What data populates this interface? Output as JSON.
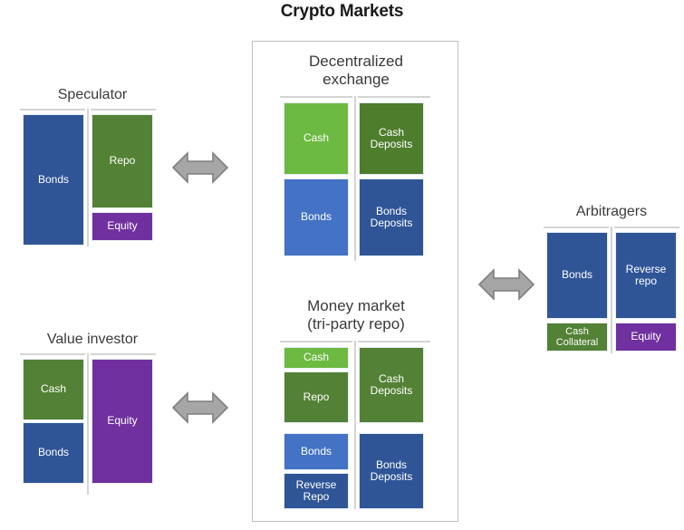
{
  "title": "Crypto Markets",
  "colors": {
    "blue_dark": "#2f5597",
    "blue_light": "#4472c4",
    "green_dark": "#4e7d2c",
    "green_mid": "#538135",
    "green_light": "#6cba41",
    "purple": "#7030a0",
    "arrow_gray": "#a6a6a6",
    "arrow_outline": "#7f7f7f",
    "panel_border": "#bfbfbf",
    "rule_gray": "#d4d4d4"
  },
  "entities": {
    "speculator": {
      "title": "Speculator",
      "assets": [
        {
          "label": "Bonds",
          "color": "blue_dark"
        }
      ],
      "liabilities": [
        {
          "label": "Repo",
          "color": "green_mid"
        },
        {
          "label": "Equity",
          "color": "purple"
        }
      ]
    },
    "value_investor": {
      "title": "Value investor",
      "assets": [
        {
          "label": "Cash",
          "color": "green_mid"
        },
        {
          "label": "Bonds",
          "color": "blue_dark"
        }
      ],
      "liabilities": [
        {
          "label": "Equity",
          "color": "purple"
        }
      ]
    },
    "dex": {
      "title_line1": "Decentralized",
      "title_line2": "exchange",
      "assets": [
        {
          "label": "Cash",
          "color": "green_light"
        },
        {
          "label": "Bonds",
          "color": "blue_light"
        }
      ],
      "liabilities": [
        {
          "label": "Cash Deposits",
          "color": "green_dark"
        },
        {
          "label": "Bonds Deposits",
          "color": "blue_dark"
        }
      ]
    },
    "money_market": {
      "title_line1": "Money market",
      "title_line2": "(tri-party repo)",
      "assets": [
        {
          "label": "Cash",
          "color": "green_light"
        },
        {
          "label": "Repo",
          "color": "green_mid"
        },
        {
          "label": "Bonds",
          "color": "blue_light"
        },
        {
          "label": "Reverse Repo",
          "color": "blue_dark"
        }
      ],
      "liabilities": [
        {
          "label": "Cash Deposits",
          "color": "green_mid"
        },
        {
          "label": "Bonds Deposits",
          "color": "blue_dark"
        }
      ]
    },
    "arbitragers": {
      "title": "Arbitragers",
      "assets": [
        {
          "label": "Bonds",
          "color": "blue_dark"
        },
        {
          "label": "Cash Collateral",
          "color": "green_mid"
        }
      ],
      "liabilities": [
        {
          "label": "Reverse repo",
          "color": "blue_dark"
        },
        {
          "label": "Equity",
          "color": "purple"
        }
      ]
    }
  },
  "arrows": [
    {
      "name": "speculator-to-dex"
    },
    {
      "name": "value-investor-to-money-market"
    },
    {
      "name": "money-market-to-arbitragers"
    }
  ]
}
